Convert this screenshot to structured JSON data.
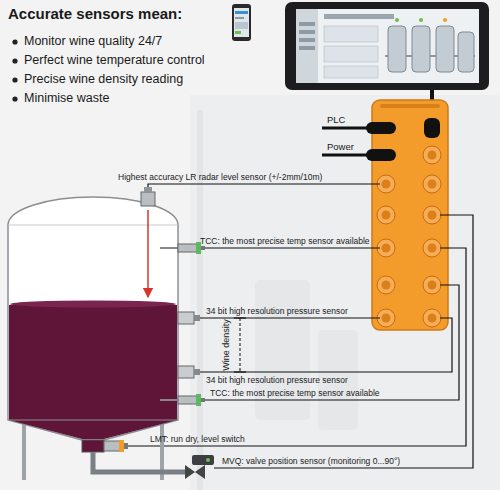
{
  "diagram": {
    "title": "Accurate sensors mean:",
    "labels": [
      "Monitor wine quality 24/7",
      "Perfect wine temperature control",
      "Precise wine density reading",
      "Minimise waste",
      "PLC",
      "Power",
      "Highest accuracy LR radar level sensor (+/-2mm/10m)",
      "TCC: the most precise temp sensor available",
      "34 bit high resolution pressure sensor",
      "Wine density",
      "34 bit high resolution pressure sensor",
      "TCC: the most precise temp sensor available",
      "LMT: run dry, level switch",
      "MVQ: valve position sensor (monitoring 0...90°)"
    ]
  }
}
